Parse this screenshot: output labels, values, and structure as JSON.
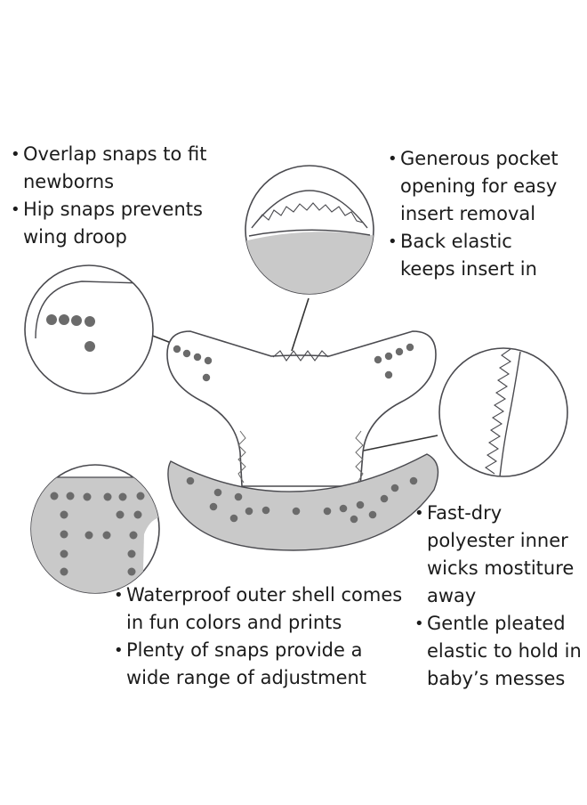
{
  "colors": {
    "outline": "#4a4a4f",
    "shell_fill": "#c9c9c9",
    "snap": "#6b6b6b",
    "leader": "#333333",
    "text": "#1b1b1b"
  },
  "callouts": {
    "top_left": [
      "Overlap snaps to fit newborns",
      "Hip snaps prevents wing droop"
    ],
    "top_right": [
      "Generous pocket opening for easy insert removal",
      "Back elastic keeps insert in"
    ],
    "bottom_center": [
      "Waterproof outer shell comes in fun colors and prints",
      "Plenty of snaps provide a wide range of adjustment"
    ],
    "bottom_right": [
      "Fast-dry polyester inner wicks mostiture away",
      "Gentle pleated elastic to hold in baby’s messes"
    ]
  }
}
